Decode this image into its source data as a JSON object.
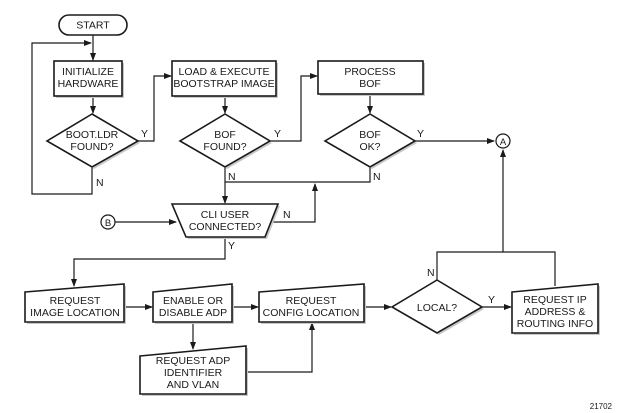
{
  "diagram": {
    "figure_id": "21702",
    "colors": {
      "stroke": "#1a1a1a",
      "shadow": "#c8c8c8",
      "background": "#ffffff"
    },
    "nodes": {
      "start": {
        "type": "terminal",
        "lines": [
          "START"
        ]
      },
      "init_hw": {
        "type": "process",
        "lines": [
          "INITIALIZE",
          "HARDWARE"
        ]
      },
      "bootldr_found": {
        "type": "decision",
        "lines": [
          "BOOT.LDR",
          "FOUND?"
        ]
      },
      "load_bootstrap": {
        "type": "process",
        "lines": [
          "LOAD & EXECUTE",
          "BOOTSTRAP IMAGE"
        ]
      },
      "bof_found": {
        "type": "decision",
        "lines": [
          "BOF",
          "FOUND?"
        ]
      },
      "process_bof": {
        "type": "process",
        "lines": [
          "PROCESS",
          "BOF"
        ]
      },
      "bof_ok": {
        "type": "decision",
        "lines": [
          "BOF",
          "OK?"
        ]
      },
      "connector_a": {
        "type": "connector",
        "lines": [
          "A"
        ]
      },
      "connector_b": {
        "type": "connector",
        "lines": [
          "B"
        ]
      },
      "cli_user": {
        "type": "manual-operation",
        "lines": [
          "CLI USER",
          "CONNECTED?"
        ]
      },
      "req_image": {
        "type": "manual-input",
        "lines": [
          "REQUEST",
          "IMAGE LOCATION"
        ]
      },
      "enable_adp": {
        "type": "manual-input",
        "lines": [
          "ENABLE OR",
          "DISABLE ADP"
        ]
      },
      "req_adp": {
        "type": "manual-input",
        "lines": [
          "REQUEST ADP",
          "IDENTIFIER",
          "AND VLAN"
        ]
      },
      "req_config": {
        "type": "manual-input",
        "lines": [
          "REQUEST",
          "CONFIG LOCATION"
        ]
      },
      "local": {
        "type": "decision",
        "lines": [
          "LOCAL?"
        ]
      },
      "req_ip": {
        "type": "manual-input",
        "lines": [
          "REQUEST IP",
          "ADDRESS &",
          "ROUTING INFO"
        ]
      }
    },
    "edge_labels": {
      "bootldr_yes": "Y",
      "bootldr_no": "N",
      "bof_found_yes": "Y",
      "bof_found_no": "N",
      "bof_ok_yes": "Y",
      "bof_ok_no": "N",
      "cli_no": "N",
      "cli_yes": "Y",
      "local_no": "N",
      "local_yes": "Y"
    },
    "edges": [
      [
        "start",
        "init_hw"
      ],
      [
        "init_hw",
        "bootldr_found"
      ],
      [
        "bootldr_found",
        "load_bootstrap",
        "Y"
      ],
      [
        "bootldr_found",
        "init_hw",
        "N"
      ],
      [
        "load_bootstrap",
        "bof_found"
      ],
      [
        "bof_found",
        "process_bof",
        "Y"
      ],
      [
        "bof_found",
        "cli_user",
        "N"
      ],
      [
        "process_bof",
        "bof_ok"
      ],
      [
        "bof_ok",
        "connector_a",
        "Y"
      ],
      [
        "bof_ok",
        "cli_user",
        "N"
      ],
      [
        "connector_b",
        "cli_user"
      ],
      [
        "cli_user",
        "cli_user",
        "N"
      ],
      [
        "cli_user",
        "req_image",
        "Y"
      ],
      [
        "req_image",
        "enable_adp"
      ],
      [
        "enable_adp",
        "req_config"
      ],
      [
        "enable_adp",
        "req_adp"
      ],
      [
        "req_adp",
        "req_config"
      ],
      [
        "req_config",
        "local"
      ],
      [
        "local",
        "req_ip",
        "Y"
      ],
      [
        "local",
        "connector_a",
        "N"
      ],
      [
        "req_ip",
        "connector_a"
      ]
    ]
  }
}
